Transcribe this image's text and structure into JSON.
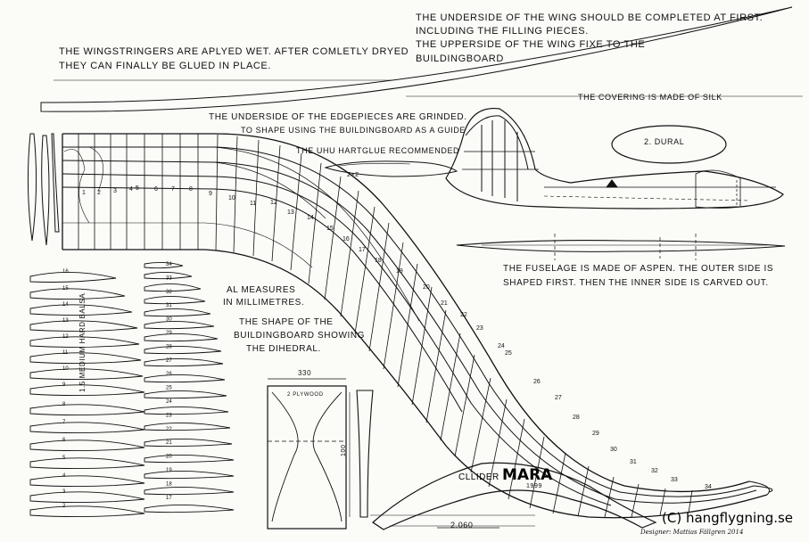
{
  "notes": {
    "underside_1": "THE UNDERSIDE OF THE WING SHOULD BE COMPLETED AT FIRST.",
    "underside_2": "INCLUDING THE FILLING PIECES.",
    "underside_3": "THE UPPERSIDE OF THE WING FIXE TO THE",
    "underside_4": "BUILDINGBOARD",
    "stringers_1": "THE WINGSTRINGERS ARE APLYED WET. AFTER COMLETLY DRYED",
    "stringers_2": "THEY CAN FINALLY BE GLUED IN PLACE.",
    "covering": "THE COVERING IS MADE OF SILK",
    "edge_1": "THE UNDERSIDE OF THE EDGEPIECES ARE GRINDED.",
    "edge_2": "TO SHAPE USING THE BUILDINGBOARD AS A GUIDE",
    "glue": "THE UHU HARTGLUE RECOMMENDED",
    "dural": "2. DURAL",
    "fuselage_1": "THE FUSELAGE IS MADE OF ASPEN. THE OUTER SIDE IS",
    "fuselage_2": "SHAPED FIRST.  THEN THE INNER SIDE IS CARVED OUT.",
    "measures_1": "AL MEASURES",
    "measures_2": "IN MILLIMETRES.",
    "board_1": "THE SHAPE OF THE",
    "board_2": "BUILDINGBOARD SHOWING",
    "board_3": "THE DIHEDRAL.",
    "balsa": "1.5 MEDIUM HARD BALSA",
    "plywood": "2 PLYWOOD",
    "dim_330": "330",
    "dim_100": "100",
    "dim_2060": "2.060",
    "dim_2x2": "2×2",
    "glider_prefix": "CLLIDER",
    "glider_name": "MARA",
    "year": "1999",
    "credit": "(C) hangflygning.se",
    "designer": "Designer: Mattias Fällgren 2014"
  },
  "rib_numbers": [
    "1",
    "2",
    "3",
    "4",
    "5",
    "6",
    "7",
    "8",
    "9",
    "10",
    "11",
    "12",
    "13",
    "14",
    "15",
    "16",
    "17",
    "18",
    "19",
    "20",
    "21",
    "22",
    "23",
    "24",
    "25",
    "26",
    "27",
    "28",
    "29",
    "30",
    "31",
    "32",
    "33",
    "34"
  ],
  "rib_list_left": [
    "16",
    "15",
    "14",
    "13",
    "12",
    "11",
    "10",
    "9",
    "8",
    "7",
    "6",
    "5",
    "4",
    "3",
    "2"
  ],
  "rib_list_right": [
    "34",
    "33",
    "32",
    "31",
    "30",
    "29",
    "28",
    "27",
    "26",
    "25",
    "24",
    "23",
    "22",
    "21",
    "20",
    "19",
    "18",
    "17"
  ]
}
